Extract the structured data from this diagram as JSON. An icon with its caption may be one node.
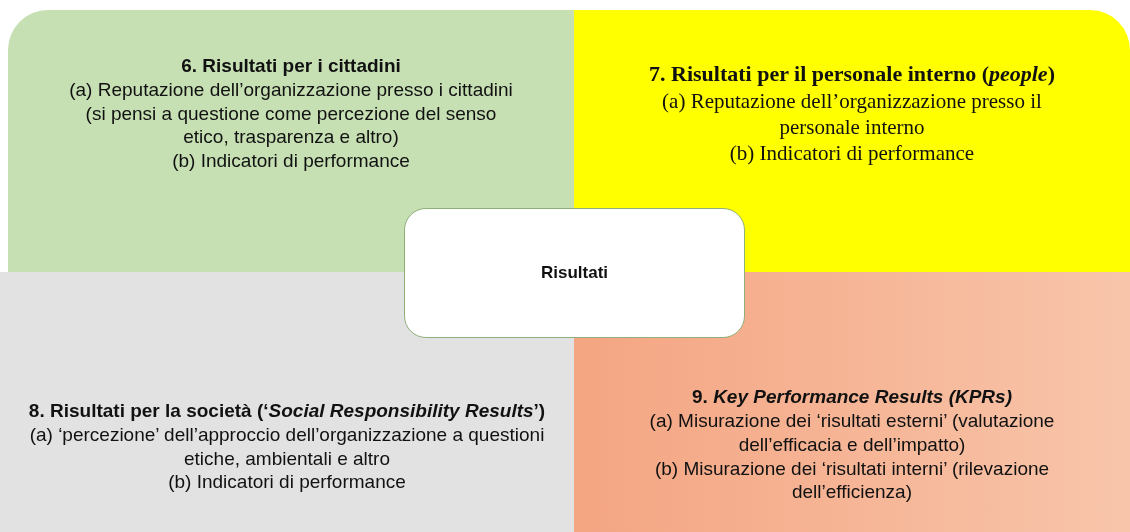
{
  "diagram": {
    "nodes": [
      {
        "text": [
          "6. Risultati per i cittadini",
          "(a) Reputazione dell’organizzazione presso i cittadini (si pensi a questione come percezione del senso etico, trasparenza e altro)",
          "(b)  Indicatori di performance"
        ]
      },
      {
        "text": [
          "7. Risultati per il personale interno (*people*)",
          "(a) Reputazione dell’organizzazione presso il personale interno",
          "(b)  Indicatori di performance"
        ]
      },
      {
        "text": [
          "Risultati"
        ]
      },
      {
        "text": [
          "8. Risultati per la società (‘*Social Responsibility Results*’)",
          "(a) ‘percezione’ dell’approccio dell’organizzazione a questioni etiche, ambientali e altro",
          "(b) Indicatori di performance"
        ]
      },
      {
        "text": [
          "9. *Key Performance Results (KPRs)*",
          "(a) Misurazione dei ‘risultati esterni’ (valutazione dell’efficacia e dell’impatto)",
          "(b) Misurazione dei ‘risultati interni’ (rilevazione dell’efficienza)"
        ]
      }
    ]
  }
}
